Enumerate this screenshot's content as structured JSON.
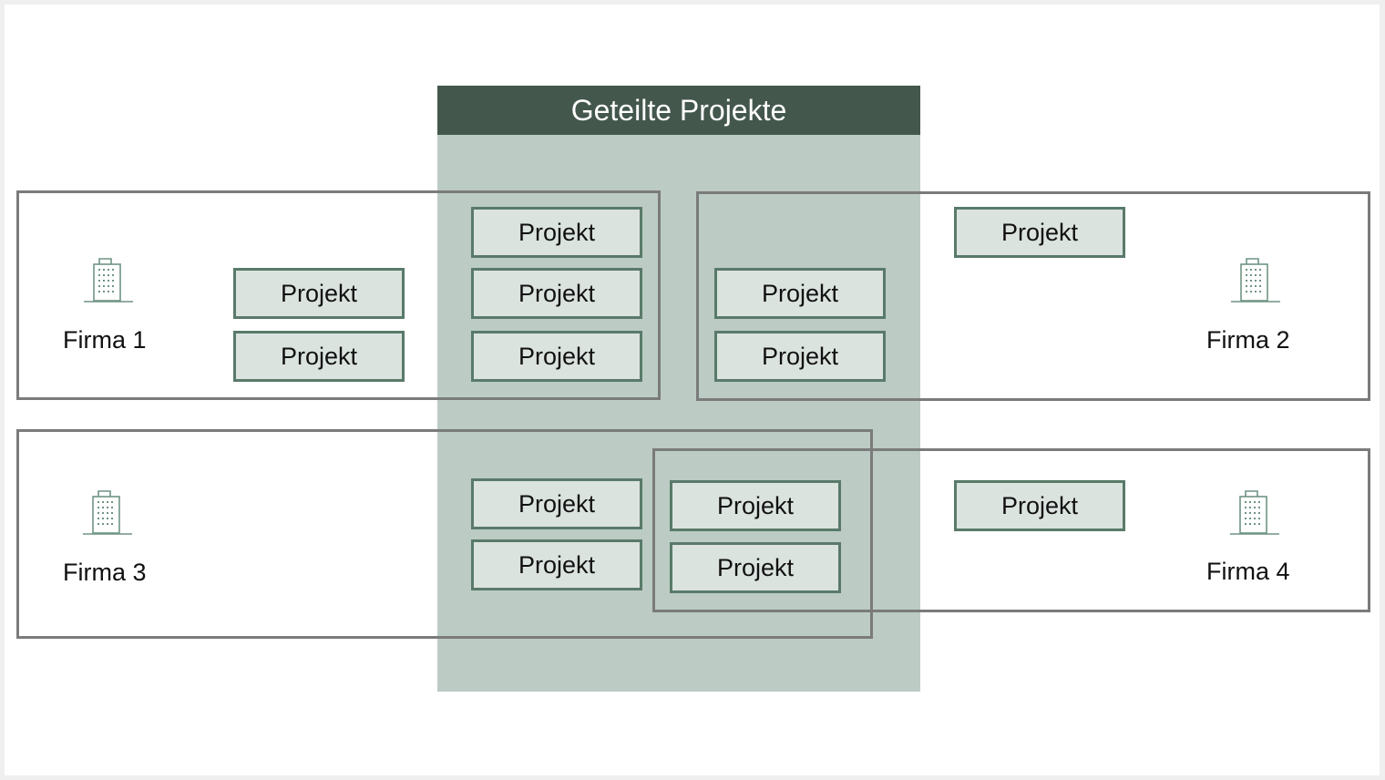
{
  "shared": {
    "title": "Geteilte Projekte"
  },
  "companies": [
    {
      "label": "Firma 1",
      "icon": "building-icon"
    },
    {
      "label": "Firma 2",
      "icon": "building-icon"
    },
    {
      "label": "Firma 3",
      "icon": "building-icon"
    },
    {
      "label": "Firma 4",
      "icon": "building-icon"
    }
  ],
  "project_label": "Projekt",
  "colors": {
    "header": "#44574d",
    "shared_panel": "#bccbc4",
    "project_fill": "#dbe3df",
    "project_border": "#597a6a",
    "frame": "#7b7b7b",
    "icon": "#6f9484"
  }
}
